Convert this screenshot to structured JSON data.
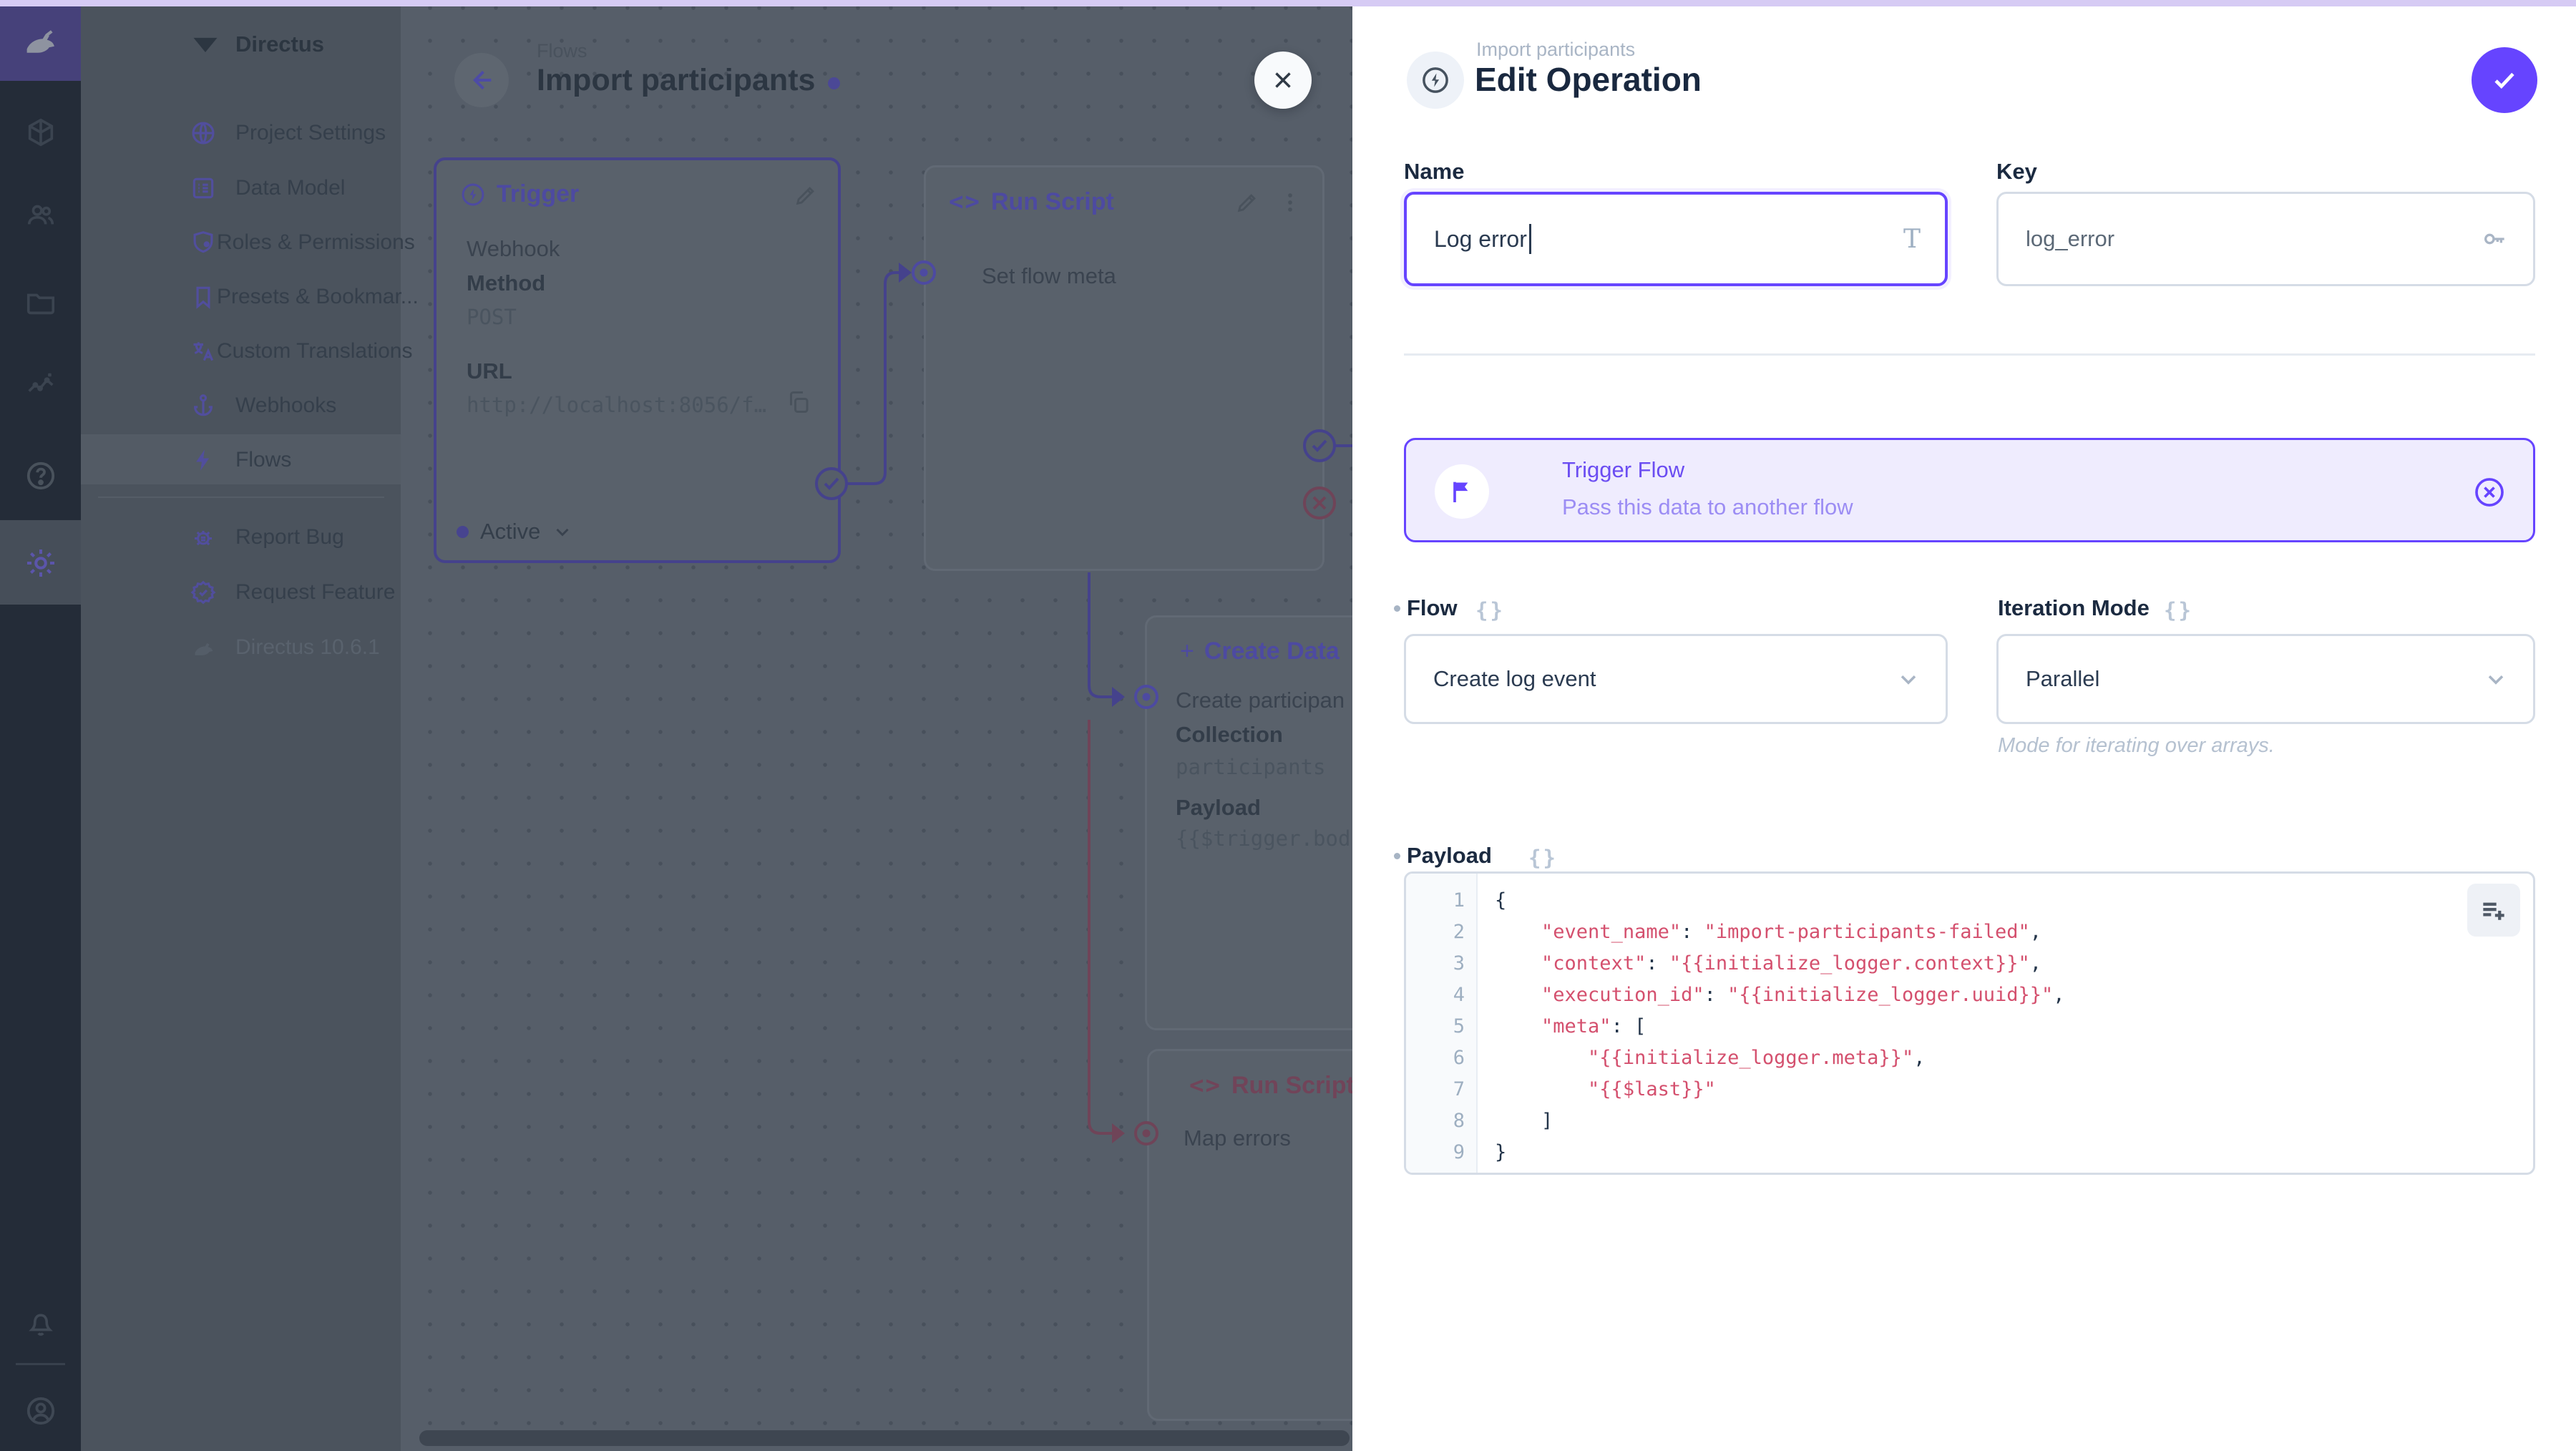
{
  "colors": {
    "accent": "#6644ff",
    "code_string": "#d4506e",
    "reject": "#6f4458",
    "resolve_line": "#45428c",
    "top_strip": "#d6cbf4"
  },
  "icons": {
    "code_glyph": "<>",
    "plus_glyph": "+",
    "title_glyph": "T",
    "raw_value_glyph": "{}"
  },
  "sidebar": {
    "project_name": "Directus",
    "items": [
      {
        "label": "Project Settings"
      },
      {
        "label": "Data Model"
      },
      {
        "label": "Roles & Permissions"
      },
      {
        "label": "Presets & Bookmar..."
      },
      {
        "label": "Custom Translations"
      },
      {
        "label": "Webhooks"
      },
      {
        "label": "Flows"
      }
    ],
    "footer_items": [
      {
        "label": "Report Bug"
      },
      {
        "label": "Request Feature"
      }
    ],
    "version": "Directus 10.6.1"
  },
  "canvas": {
    "breadcrumb": "Flows",
    "title": "Import participants",
    "panels": {
      "trigger": {
        "title": "Trigger",
        "type": "Webhook",
        "method_label": "Method",
        "method": "POST",
        "url_label": "URL",
        "url": "http://localhost:8056/f…",
        "status": "Active"
      },
      "run_script": {
        "title": "Run Script",
        "name": "Set flow meta"
      },
      "create_data": {
        "title": "Create Data",
        "name": "Create participan",
        "collection_label": "Collection",
        "collection": "participants",
        "payload_label": "Payload",
        "payload": "{{$trigger.bod"
      },
      "run_script_error": {
        "title": "Run Script",
        "name": "Map errors"
      }
    }
  },
  "drawer": {
    "breadcrumb": "Import participants",
    "title": "Edit Operation",
    "name": {
      "label": "Name",
      "value": "Log error"
    },
    "key": {
      "label": "Key",
      "value": "log_error"
    },
    "banner": {
      "title": "Trigger Flow",
      "subtitle": "Pass this data to another flow"
    },
    "flow": {
      "label": "Flow",
      "value": "Create log event"
    },
    "iteration": {
      "label": "Iteration Mode",
      "value": "Parallel",
      "note": "Mode for iterating over arrays."
    },
    "payload": {
      "label": "Payload",
      "lines": [
        "{",
        "    \"event_name\": \"import-participants-failed\",",
        "    \"context\": \"{{initialize_logger.context}}\",",
        "    \"execution_id\": \"{{initialize_logger.uuid}}\",",
        "    \"meta\": [",
        "        \"{{initialize_logger.meta}}\",",
        "        \"{{$last}}\"",
        "    ]",
        "}"
      ]
    }
  }
}
